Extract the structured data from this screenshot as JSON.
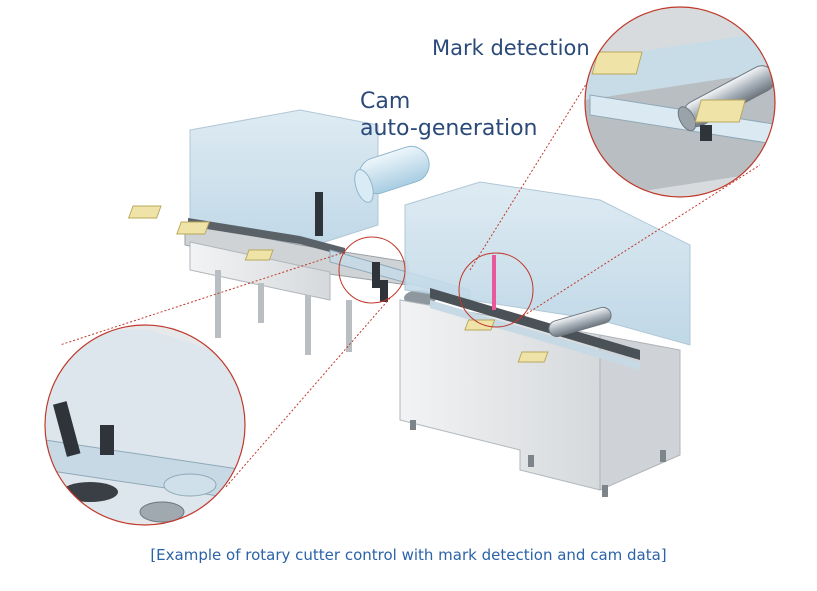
{
  "labels": {
    "mark_detection": "Mark detection",
    "cam_line1": "Cam",
    "cam_line2": "auto-generation"
  },
  "caption": "[Example of rotary cutter control with mark detection and cam data]",
  "colors": {
    "label_text": "#2b4a7a",
    "caption_text": "#2b63a8",
    "callout_line": "#c0392b",
    "machine_body": "#e4e6e8",
    "glass_cover": "#c9dfec",
    "conveyor": "#3a3f45",
    "sensor_beam": "#e8589a"
  }
}
